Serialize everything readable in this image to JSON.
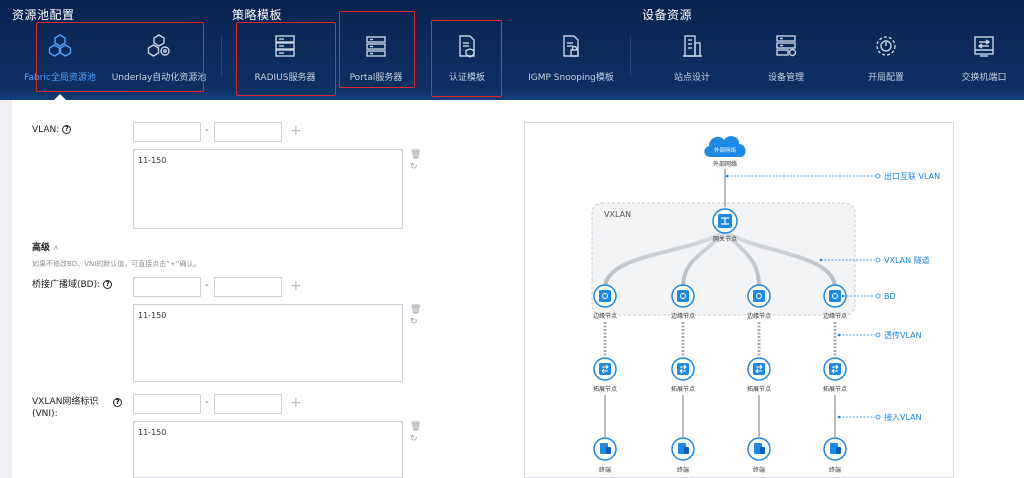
{
  "nav": {
    "groups": [
      {
        "title": "资源池配置"
      },
      {
        "title": "策略模板"
      },
      {
        "title": "设备资源"
      }
    ],
    "items": [
      {
        "label": "Fabric全局资源池",
        "icon": "hexagon-cluster-icon",
        "active": true
      },
      {
        "label": "Underlay自动化资源池",
        "icon": "hexagon-cluster-gear-icon",
        "active": false
      },
      {
        "label": "RADIUS服务器",
        "icon": "server-icon",
        "active": false
      },
      {
        "label": "Portal服务器",
        "icon": "server-stack-icon",
        "active": false
      },
      {
        "label": "认证模板",
        "icon": "document-shield-icon",
        "active": false
      },
      {
        "label": "IGMP Snooping模板",
        "icon": "document-lock-icon",
        "active": false
      },
      {
        "label": "站点设计",
        "icon": "building-icon",
        "active": false
      },
      {
        "label": "设备管理",
        "icon": "device-manage-icon",
        "active": false
      },
      {
        "label": "开局配置",
        "icon": "power-cycle-icon",
        "active": false
      },
      {
        "label": "交换机端口",
        "icon": "switch-port-icon",
        "active": false
      }
    ],
    "active_color": "#4fa3ff",
    "highlight_color": "#e0262b"
  },
  "form": {
    "vlan": {
      "label": "VLAN:",
      "from": "",
      "to": "",
      "value": "11-150"
    },
    "advanced": {
      "title": "高级",
      "hint": "如果不修改BD、VNI的默认值，可直接点击“+”确认。"
    },
    "bd": {
      "label": "桥接广播域(BD):",
      "from": "",
      "to": "",
      "value": "11-150"
    },
    "vni": {
      "label_line1": "VXLAN网络标识",
      "label_line2": "(VNI):",
      "from": "",
      "to": "",
      "value": "11-150"
    },
    "dash": "-",
    "plus": "+"
  },
  "diagram": {
    "cloud_text": "外部网络",
    "cloud_label": "外部网络",
    "vxlan_label": "VXLAN",
    "gateway_label": "网关节点",
    "edge_label": "边缘节点",
    "expand_label": "拓展节点",
    "terminal_label": "终端",
    "annotations": {
      "egress": "出口互联 VLAN",
      "tunnel": "VXLAN 隧道",
      "bd": "BD",
      "passthrough": "透传VLAN",
      "access": "接入VLAN"
    },
    "accent": "#1e88e5"
  }
}
